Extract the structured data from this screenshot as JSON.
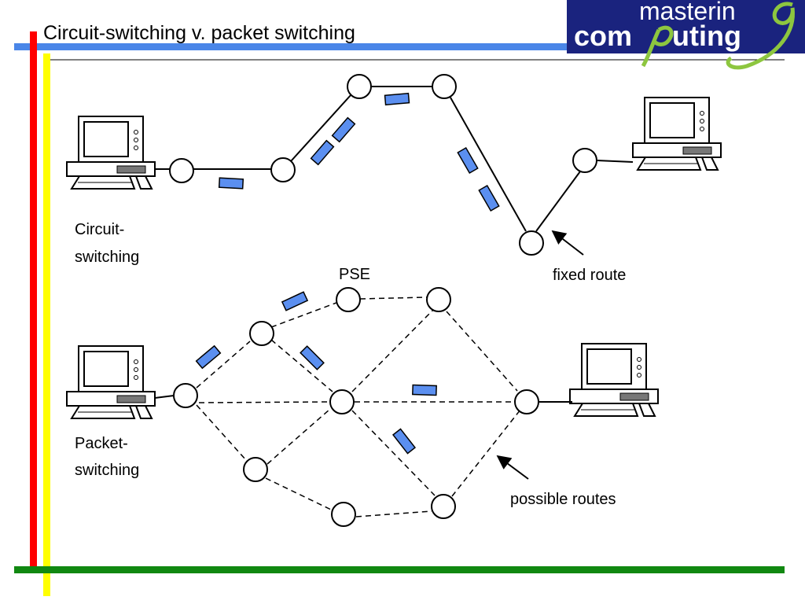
{
  "slide": {
    "title": "Circuit-switching v. packet switching",
    "colors": {
      "top_bar": "#4a86e8",
      "left_bar_red": "#ff0000",
      "left_bar_yellow": "#ffff00",
      "bottom_bar": "#118811",
      "packet": "#5b8ff0",
      "logo_bg": "#1a237e",
      "logo_swoosh": "#8dc63f"
    }
  },
  "logo": {
    "line1": "masterin",
    "line2_a": "com",
    "line2_b": "uting",
    "icon": "mastering-computing-logo"
  },
  "circuit": {
    "label_line1": "Circuit-",
    "label_line2": "switching",
    "route_label": "fixed route"
  },
  "packet": {
    "label_line1": "Packet-",
    "label_line2": "switching",
    "node_label": "PSE",
    "routes_label": "possible routes"
  },
  "icons": [
    "computer-icon",
    "computer-icon",
    "computer-icon",
    "computer-icon"
  ]
}
